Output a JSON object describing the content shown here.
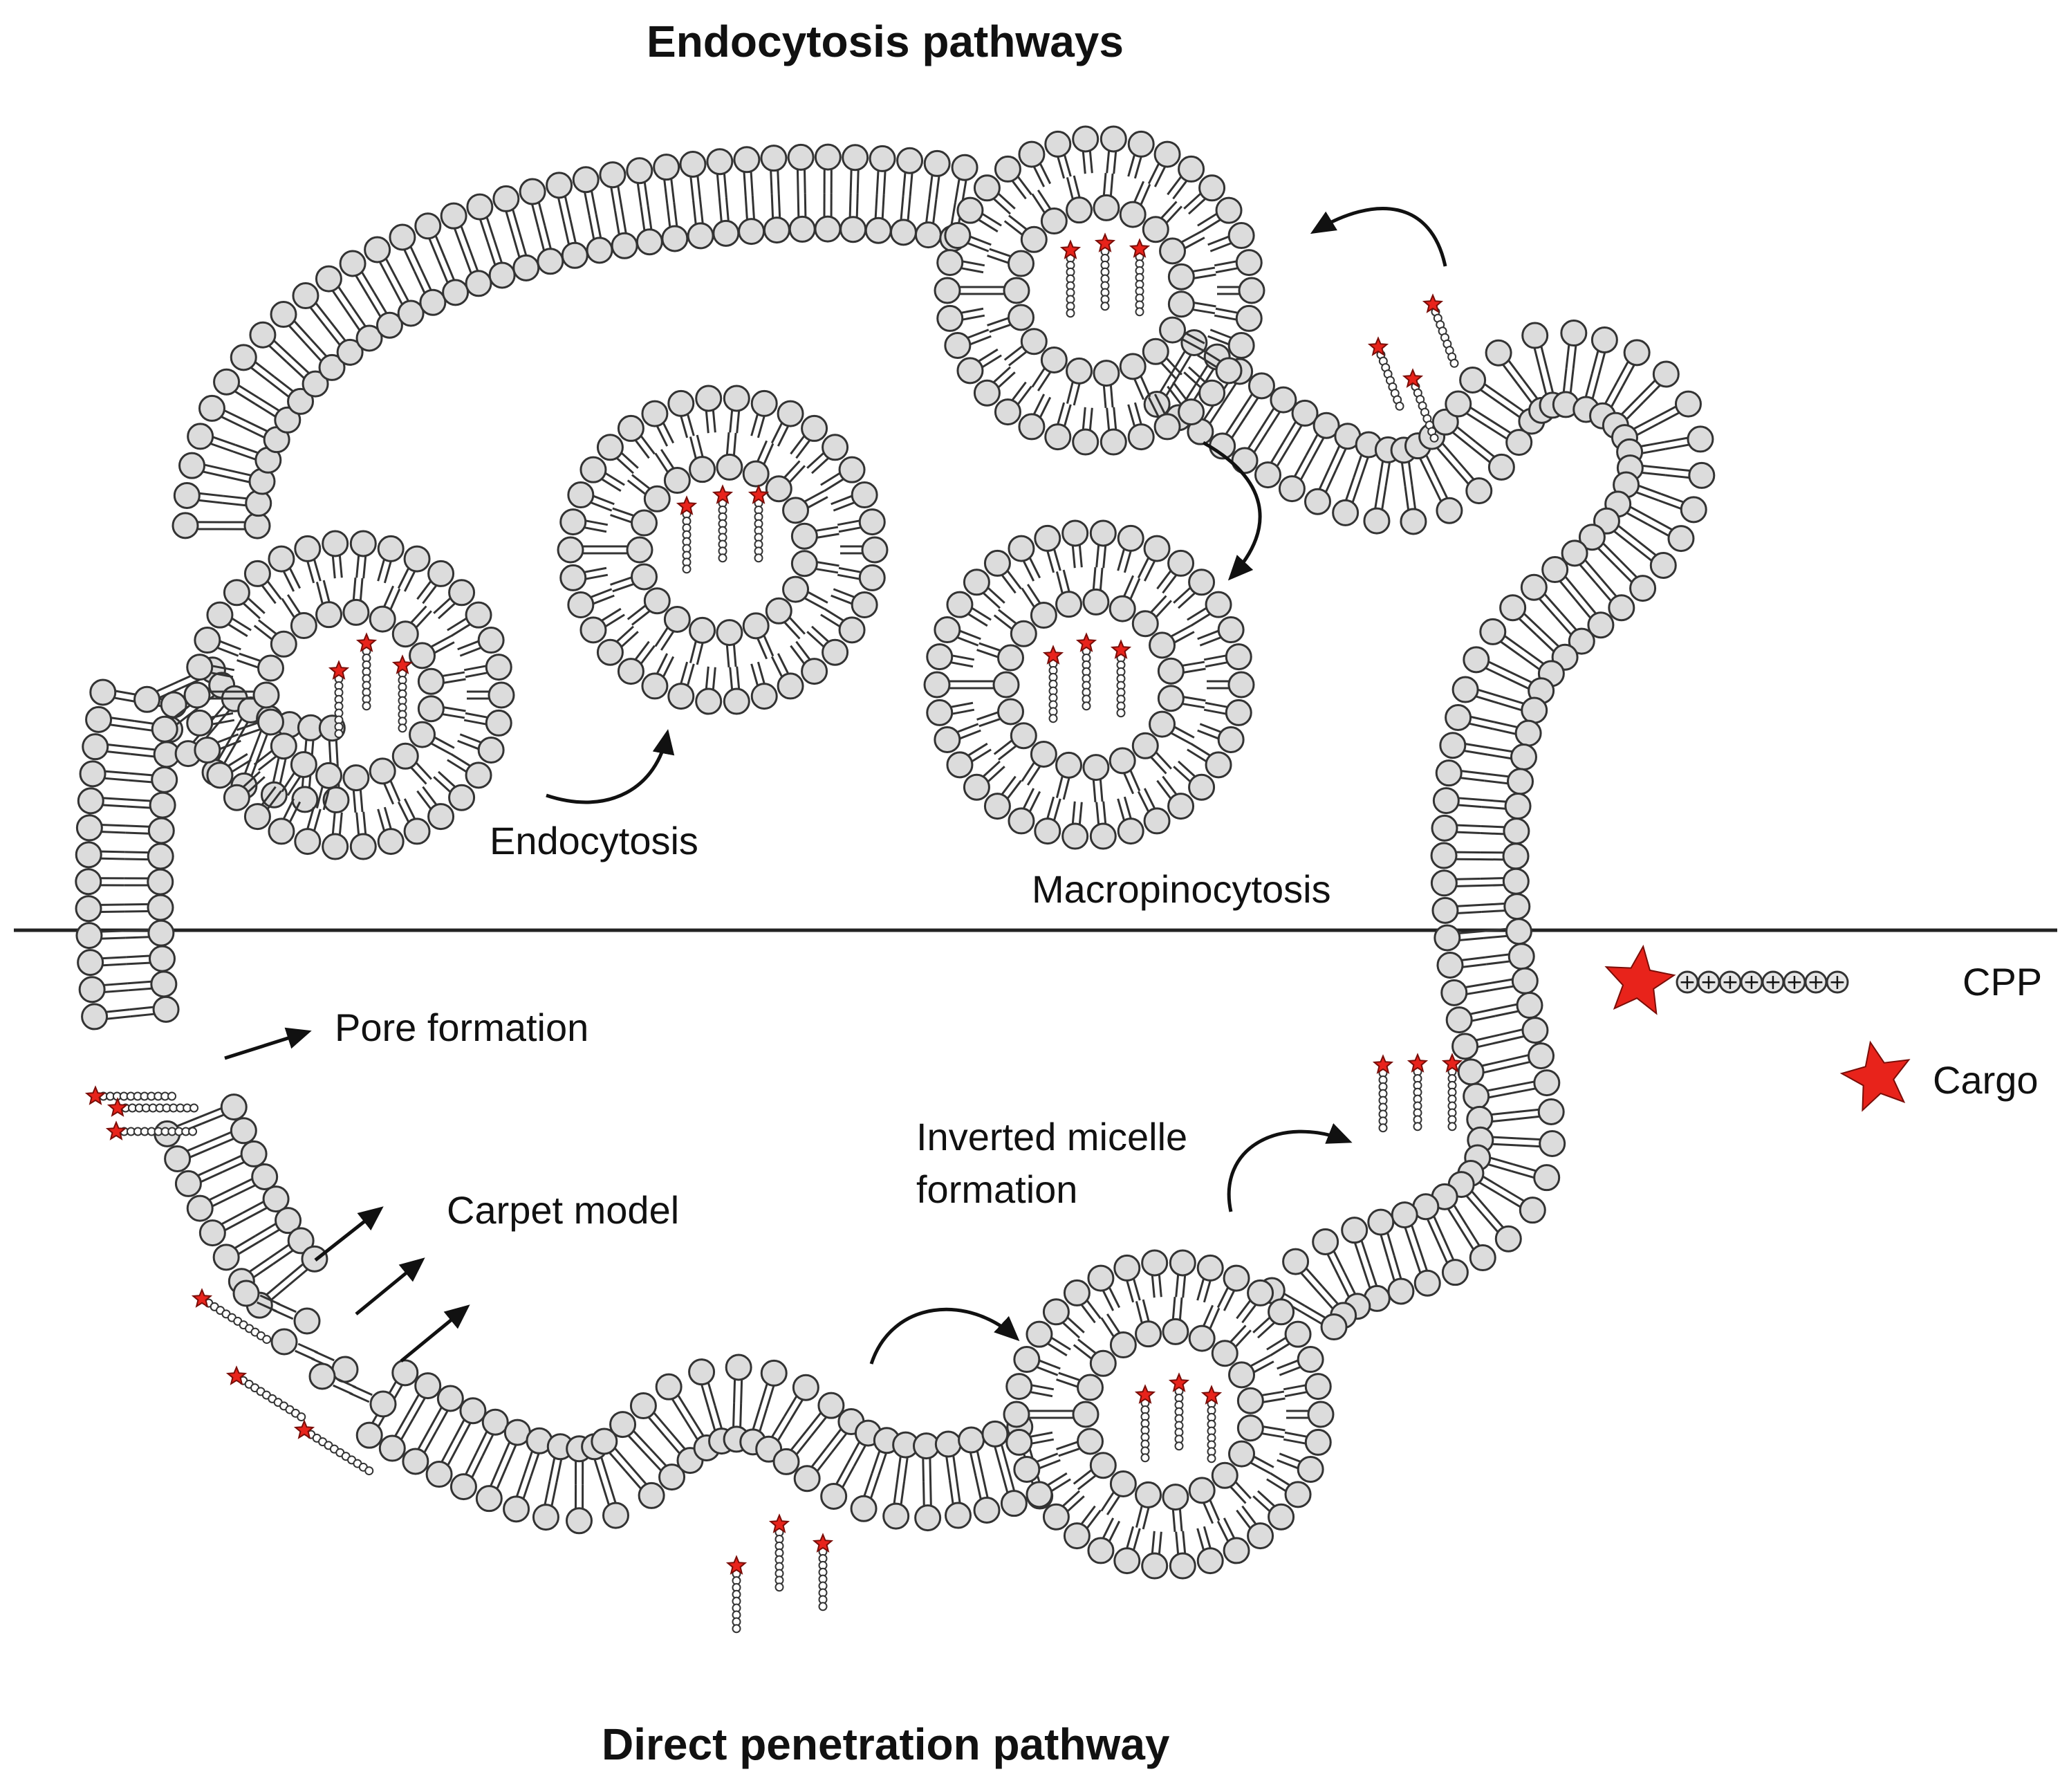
{
  "titles": {
    "top": "Endocytosis pathways",
    "bottom": "Direct penetration pathway"
  },
  "labels": {
    "endocytosis": "Endocytosis",
    "macropinocytosis": "Macropinocytosis",
    "pore_formation": "Pore formation",
    "carpet_model": "Carpet model",
    "inverted_micelle_line1": "Inverted micelle",
    "inverted_micelle_line2": "formation"
  },
  "legend": {
    "cpp_label": "CPP",
    "cpp_symbol": "+",
    "cpp_charge_count": 8,
    "cargo_label": "Cargo"
  },
  "colors": {
    "lipid_head_fill": "#dcdcdc",
    "lipid_outline": "#333333",
    "cargo_star": "#e8231b",
    "divider": "#222222"
  }
}
